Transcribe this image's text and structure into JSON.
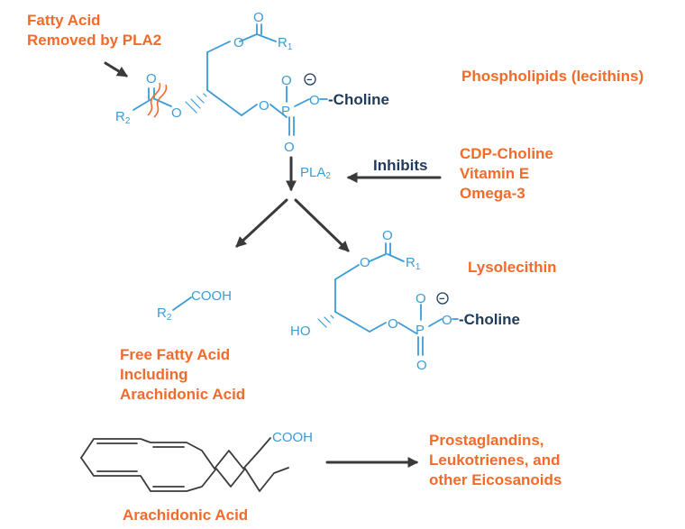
{
  "labels": {
    "fatty_acid_removed_line1": "Fatty Acid",
    "fatty_acid_removed_line2": "Removed by PLA2",
    "phospholipids": "Phospholipids (lecithins)",
    "inhibits": "Inhibits",
    "inhibitor_1": "CDP-Choline",
    "inhibitor_2": "Vitamin E",
    "inhibitor_3": "Omega-3",
    "lysolecithin": "Lysolecithin",
    "free_fatty_acid_line1": "Free Fatty Acid",
    "free_fatty_acid_line2": "Including",
    "free_fatty_acid_line3": "Arachidonic Acid",
    "eicosanoids_line1": "Prostaglandins,",
    "eicosanoids_line2": "Leukotrienes, and",
    "eicosanoids_line3": "other Eicosanoids",
    "arachidonic_acid": "Arachidonic Acid"
  },
  "chem": {
    "oxygen": "O",
    "phosphorus": "P",
    "minus": "−",
    "choline": "-Choline",
    "cooh": "COOH",
    "ho": "HO",
    "r": "R",
    "sub1": "1",
    "sub2": "2",
    "pla": "PLA",
    "pla_sub": "2"
  },
  "colors": {
    "orange": "#F26B2A",
    "navy": "#1F3A5A",
    "chem_blue": "#3D9BD6",
    "arrow_gray": "#3a3a3a"
  }
}
